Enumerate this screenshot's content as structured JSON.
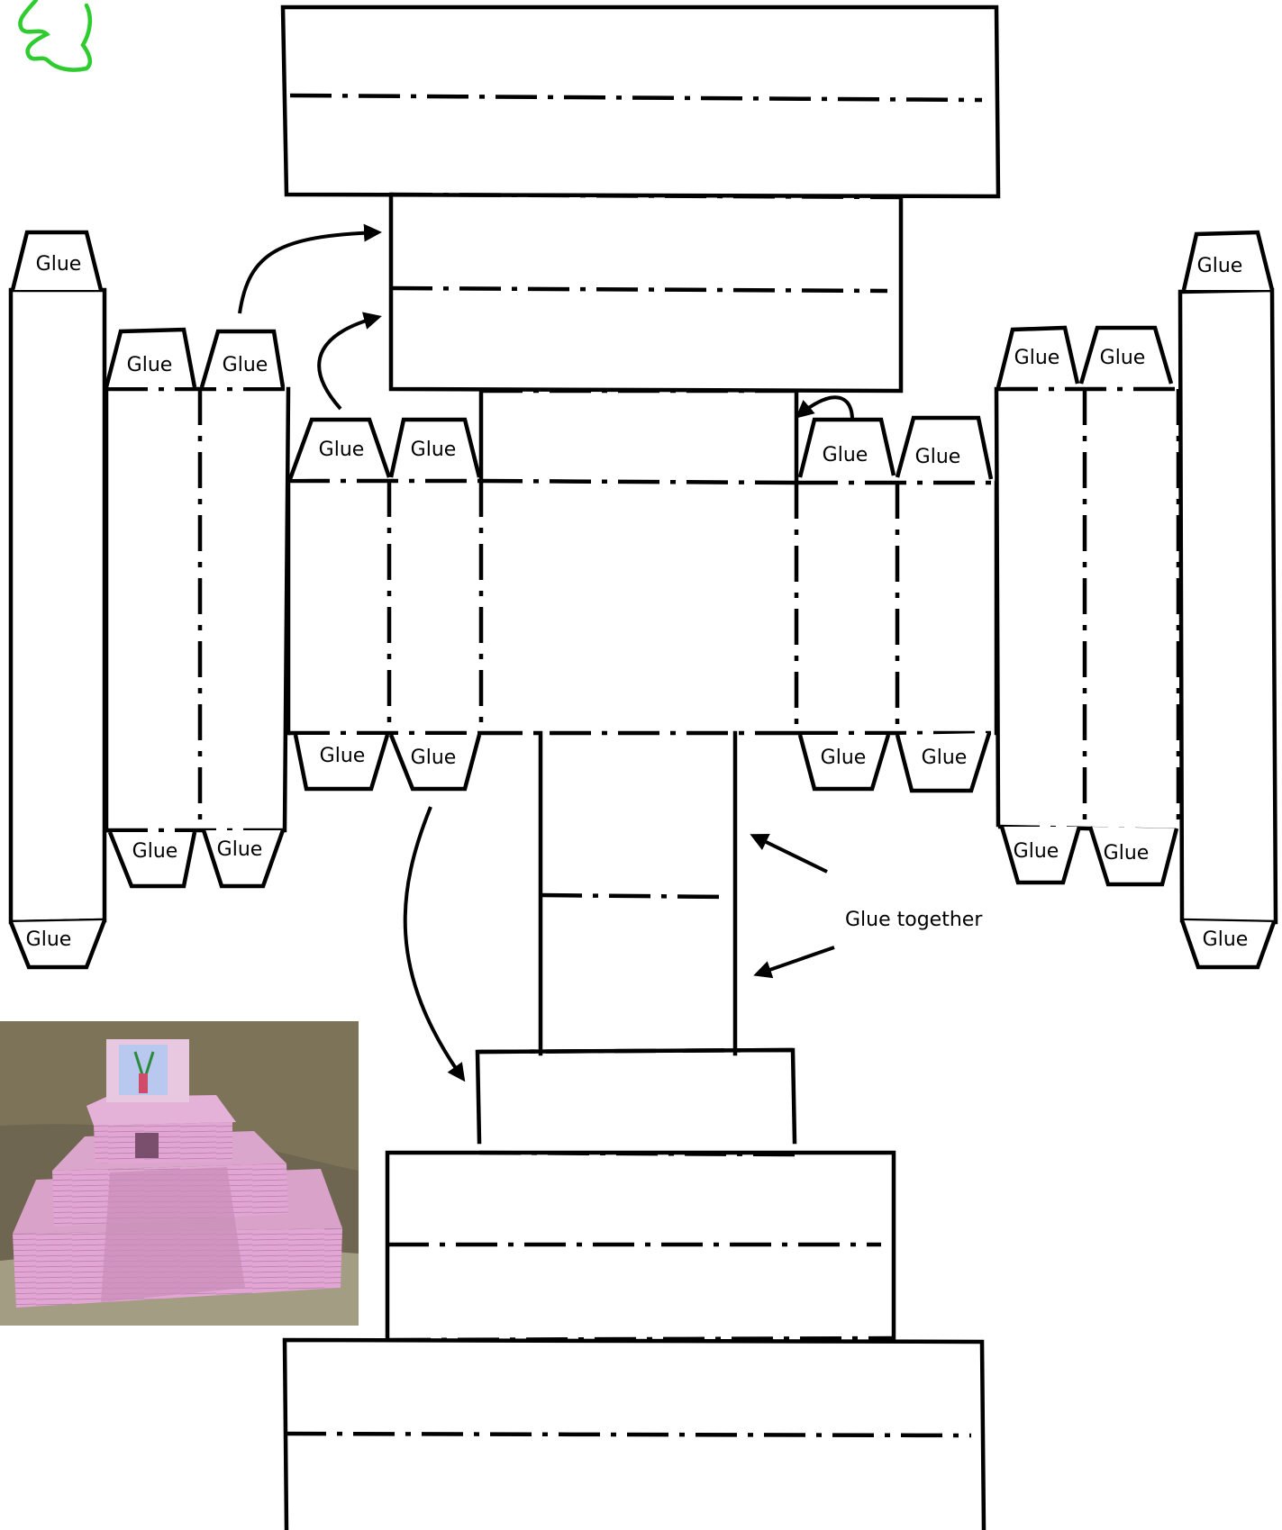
{
  "labels": {
    "glue": "Glue",
    "glue_together": "Glue together"
  },
  "icons": {
    "logo": "green-squiggle-logo",
    "photo": "pink-paper-pyramid-model-photo"
  },
  "colors": {
    "line": "#000000",
    "logo_green": "#2ecc2e",
    "paper_pink": "#e6a8d6"
  }
}
